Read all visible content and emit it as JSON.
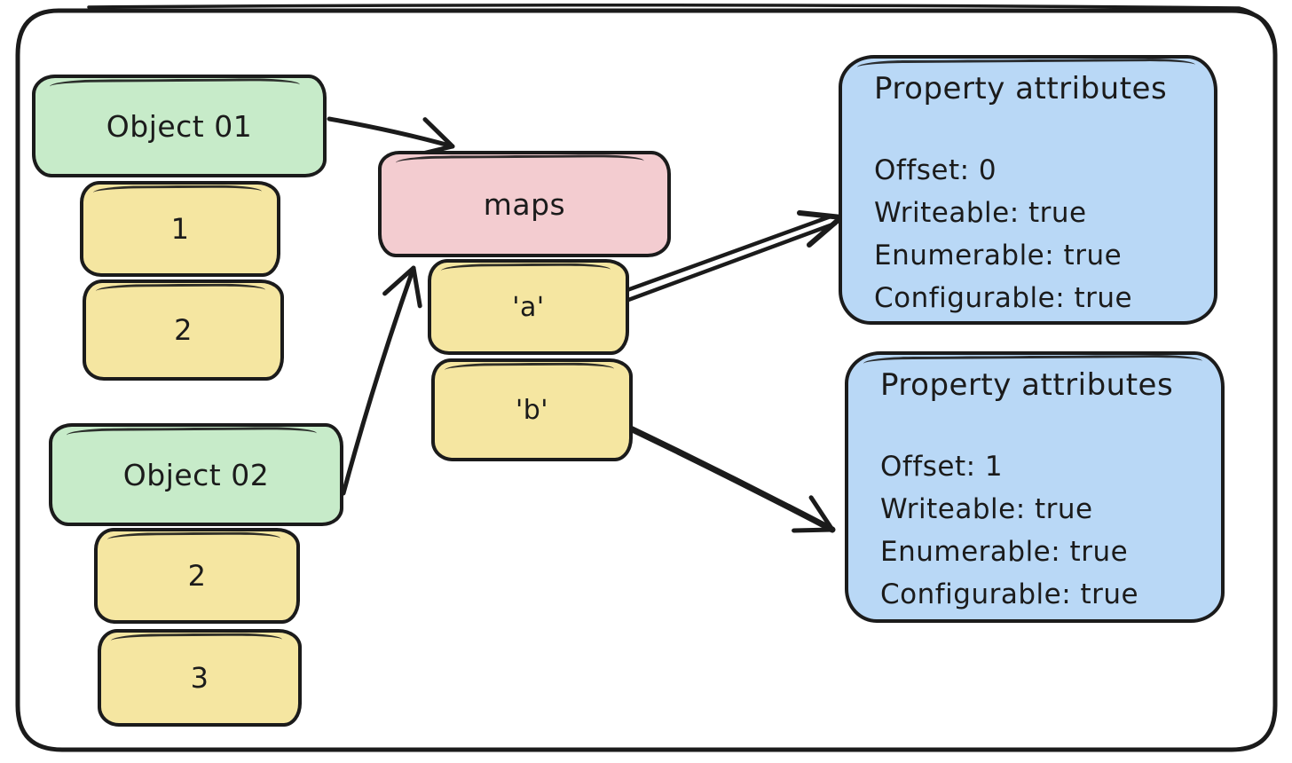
{
  "diagram": {
    "object1": {
      "label": "Object 01",
      "slots": [
        "1",
        "2"
      ]
    },
    "object2": {
      "label": "Object 02",
      "slots": [
        "2",
        "3"
      ]
    },
    "map": {
      "label": "maps",
      "keys": [
        "'a'",
        "'b'"
      ]
    },
    "attributes1": {
      "title": "Property attributes",
      "lines": [
        "Offset: 0",
        "Writeable: true",
        "Enumerable: true",
        "Configurable: true"
      ]
    },
    "attributes2": {
      "title": "Property attributes",
      "lines": [
        "Offset: 1",
        "Writeable: true",
        "Enumerable: true",
        "Configurable: true"
      ]
    },
    "connections": [
      {
        "from": "Object 01",
        "to": "maps"
      },
      {
        "from": "Object 02",
        "to": "maps"
      },
      {
        "from": "'a'",
        "to": "Property attributes (Offset: 0)",
        "style": "double-line"
      },
      {
        "from": "'b'",
        "to": "Property attributes (Offset: 1)",
        "style": "single-line"
      }
    ],
    "colors": {
      "green": "#c7ebc9",
      "yellow": "#f5e6a1",
      "pink": "#f3ccd0",
      "blue": "#b9d8f6",
      "stroke": "#1b1b1b",
      "background": "#ffffff"
    }
  }
}
